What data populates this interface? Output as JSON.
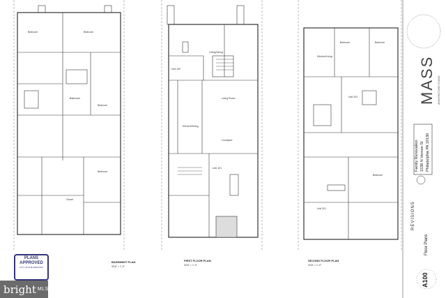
{
  "plans": [
    {
      "title": "BASEMENT PLAN",
      "scale": "3/16\" = 1'-0\"",
      "rooms": [
        "Bedroom",
        "Bedroom",
        "Bedroom",
        "Bedroom",
        "Bathroom",
        "Closet"
      ]
    },
    {
      "title": "FIRST FLOOR PLAN",
      "scale": "3/16\" = 1'-0\"",
      "rooms": [
        "Living/Dining",
        "Unit 102",
        "Living Room",
        "Kitchen/Dining",
        "Courtyard",
        "Unit 101"
      ]
    },
    {
      "title": "SECOND FLOOR PLAN",
      "scale": "3/16\" = 1'-0\"",
      "rooms": [
        "Bedroom",
        "Bedroom",
        "Kitchen/Living",
        "Unit 202",
        "Unit 201",
        "Bedroom"
      ]
    }
  ],
  "title_block": {
    "firm": "MASS",
    "firm_sub": "ARCHITECTURE STUDIO",
    "project_name": "Family Renovation",
    "address": "1538 N Vernon St",
    "city": "Philadelphia PA 19130",
    "revisions_label": "REVISIONS",
    "sheet_title": "Floor Plans",
    "sheet_number": "A100"
  },
  "stamp": {
    "title": "PLANS APPROVED",
    "subtitle": "CITY OF PHILADELPHIA"
  },
  "watermark": {
    "brand": "bright",
    "suffix": "MLS"
  }
}
